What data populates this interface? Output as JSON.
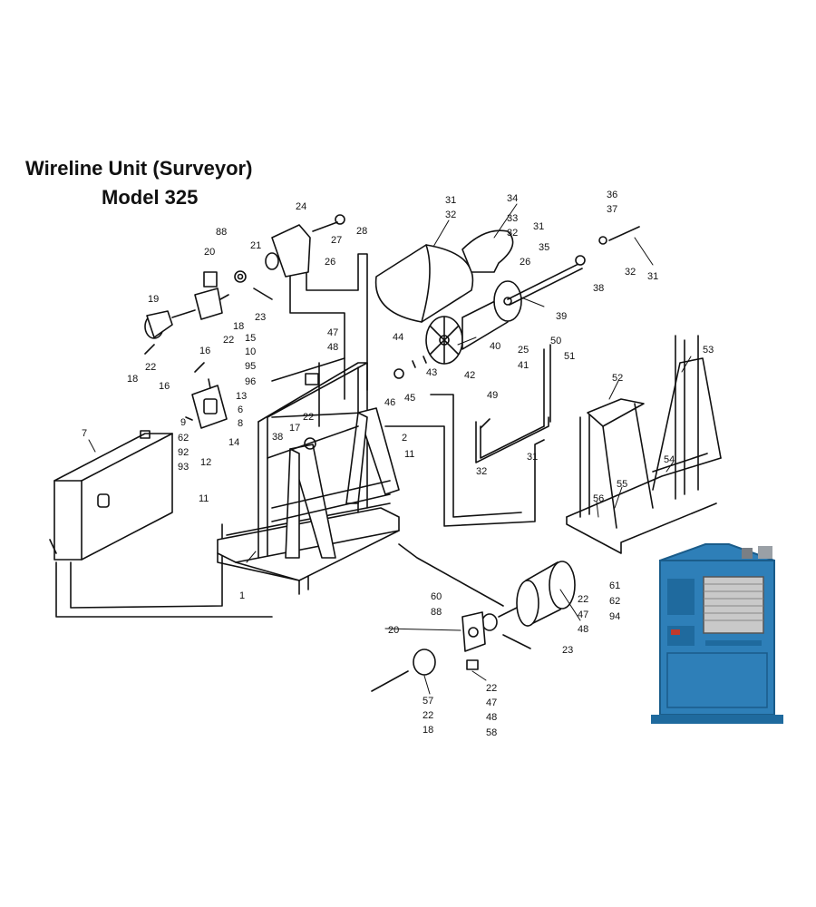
{
  "title": {
    "line1": "Wireline Unit (Surveyor)",
    "line2": "Model 325"
  },
  "callouts": [
    {
      "id": "c31a",
      "text": "31"
    },
    {
      "id": "c32a",
      "text": "32"
    },
    {
      "id": "c34",
      "text": "34"
    },
    {
      "id": "c33",
      "text": "33"
    },
    {
      "id": "c32b",
      "text": "32"
    },
    {
      "id": "c31b",
      "text": "31"
    },
    {
      "id": "c35",
      "text": "35"
    },
    {
      "id": "c26b",
      "text": "26"
    },
    {
      "id": "c36",
      "text": "36"
    },
    {
      "id": "c37",
      "text": "37"
    },
    {
      "id": "c32c",
      "text": "32"
    },
    {
      "id": "c31c",
      "text": "31"
    },
    {
      "id": "c38b",
      "text": "38"
    },
    {
      "id": "c39",
      "text": "39"
    },
    {
      "id": "c40",
      "text": "40"
    },
    {
      "id": "c25",
      "text": "25"
    },
    {
      "id": "c41",
      "text": "41"
    },
    {
      "id": "c24",
      "text": "24"
    },
    {
      "id": "c28",
      "text": "28"
    },
    {
      "id": "c27",
      "text": "27"
    },
    {
      "id": "c26a",
      "text": "26"
    },
    {
      "id": "c88a",
      "text": "88"
    },
    {
      "id": "c21",
      "text": "21"
    },
    {
      "id": "c20a",
      "text": "20"
    },
    {
      "id": "c23a",
      "text": "23"
    },
    {
      "id": "c18a",
      "text": "18"
    },
    {
      "id": "c22a",
      "text": "22"
    },
    {
      "id": "c19",
      "text": "19"
    },
    {
      "id": "c22b",
      "text": "22"
    },
    {
      "id": "c18b",
      "text": "18"
    },
    {
      "id": "c47a",
      "text": "47"
    },
    {
      "id": "c48a",
      "text": "48"
    },
    {
      "id": "c16a",
      "text": "16"
    },
    {
      "id": "c10",
      "text": "10"
    },
    {
      "id": "c15",
      "text": "15"
    },
    {
      "id": "c95",
      "text": "95"
    },
    {
      "id": "c96",
      "text": "96"
    },
    {
      "id": "c16b",
      "text": "16"
    },
    {
      "id": "c13",
      "text": "13"
    },
    {
      "id": "c6",
      "text": "6"
    },
    {
      "id": "c8",
      "text": "8"
    },
    {
      "id": "c9",
      "text": "9"
    },
    {
      "id": "c62a",
      "text": "62"
    },
    {
      "id": "c14",
      "text": "14"
    },
    {
      "id": "c92",
      "text": "92"
    },
    {
      "id": "c93",
      "text": "93"
    },
    {
      "id": "c12",
      "text": "12"
    },
    {
      "id": "c11a",
      "text": "11"
    },
    {
      "id": "c44",
      "text": "44"
    },
    {
      "id": "c43",
      "text": "43"
    },
    {
      "id": "c42",
      "text": "42"
    },
    {
      "id": "c46",
      "text": "46"
    },
    {
      "id": "c45",
      "text": "45"
    },
    {
      "id": "c50",
      "text": "50"
    },
    {
      "id": "c51",
      "text": "51"
    },
    {
      "id": "c49",
      "text": "49"
    },
    {
      "id": "c31d",
      "text": "31"
    },
    {
      "id": "c32d",
      "text": "32"
    },
    {
      "id": "c53",
      "text": "53"
    },
    {
      "id": "c52",
      "text": "52"
    },
    {
      "id": "c54",
      "text": "54"
    },
    {
      "id": "c55",
      "text": "55"
    },
    {
      "id": "c56",
      "text": "56"
    },
    {
      "id": "c7",
      "text": "7"
    },
    {
      "id": "c17",
      "text": "17"
    },
    {
      "id": "c22c",
      "text": "22"
    },
    {
      "id": "c38a",
      "text": "38"
    },
    {
      "id": "c2",
      "text": "2"
    },
    {
      "id": "c11b",
      "text": "11"
    },
    {
      "id": "c1",
      "text": "1"
    },
    {
      "id": "c61",
      "text": "61"
    },
    {
      "id": "c62b",
      "text": "62"
    },
    {
      "id": "c94",
      "text": "94"
    },
    {
      "id": "c22d",
      "text": "22"
    },
    {
      "id": "c47b",
      "text": "47"
    },
    {
      "id": "c48b",
      "text": "48"
    },
    {
      "id": "c60",
      "text": "60"
    },
    {
      "id": "c88b",
      "text": "88"
    },
    {
      "id": "c20b",
      "text": "20"
    },
    {
      "id": "c23b",
      "text": "23"
    },
    {
      "id": "c57",
      "text": "57"
    },
    {
      "id": "c22e",
      "text": "22"
    },
    {
      "id": "c18c",
      "text": "18"
    },
    {
      "id": "c22f",
      "text": "22"
    },
    {
      "id": "c47c",
      "text": "47"
    },
    {
      "id": "c48c",
      "text": "48"
    },
    {
      "id": "c58",
      "text": "58"
    }
  ],
  "colors": {
    "ink": "#111111",
    "photo_frame": "#2e7fb8",
    "photo_drum": "#c9c9c9",
    "photo_red": "#c0392b"
  },
  "photo": {
    "icon": "wireline-unit-photo"
  }
}
